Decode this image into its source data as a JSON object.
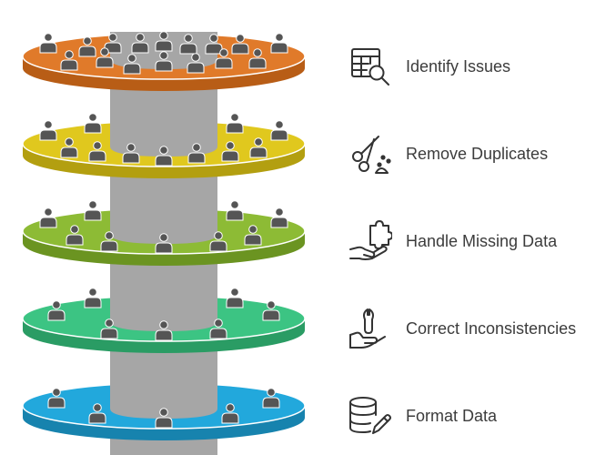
{
  "steps": [
    {
      "label": "Identify Issues",
      "icon": "table-search-icon",
      "color": "#e07a2a",
      "color_dark": "#b85d16"
    },
    {
      "label": "Remove Duplicates",
      "icon": "scissors-icon",
      "color": "#e0c81e",
      "color_dark": "#b39f10"
    },
    {
      "label": "Handle Missing Data",
      "icon": "puzzle-hand-icon",
      "color": "#8dbb35",
      "color_dark": "#6b9421"
    },
    {
      "label": "Correct Inconsistencies",
      "icon": "wrench-hand-icon",
      "color": "#3cc483",
      "color_dark": "#2a9c64"
    },
    {
      "label": "Format Data",
      "icon": "database-edit-icon",
      "color": "#22a8dc",
      "color_dark": "#1783ae"
    }
  ],
  "pillar_color": "#a6a6a6",
  "person_color": "#555555"
}
